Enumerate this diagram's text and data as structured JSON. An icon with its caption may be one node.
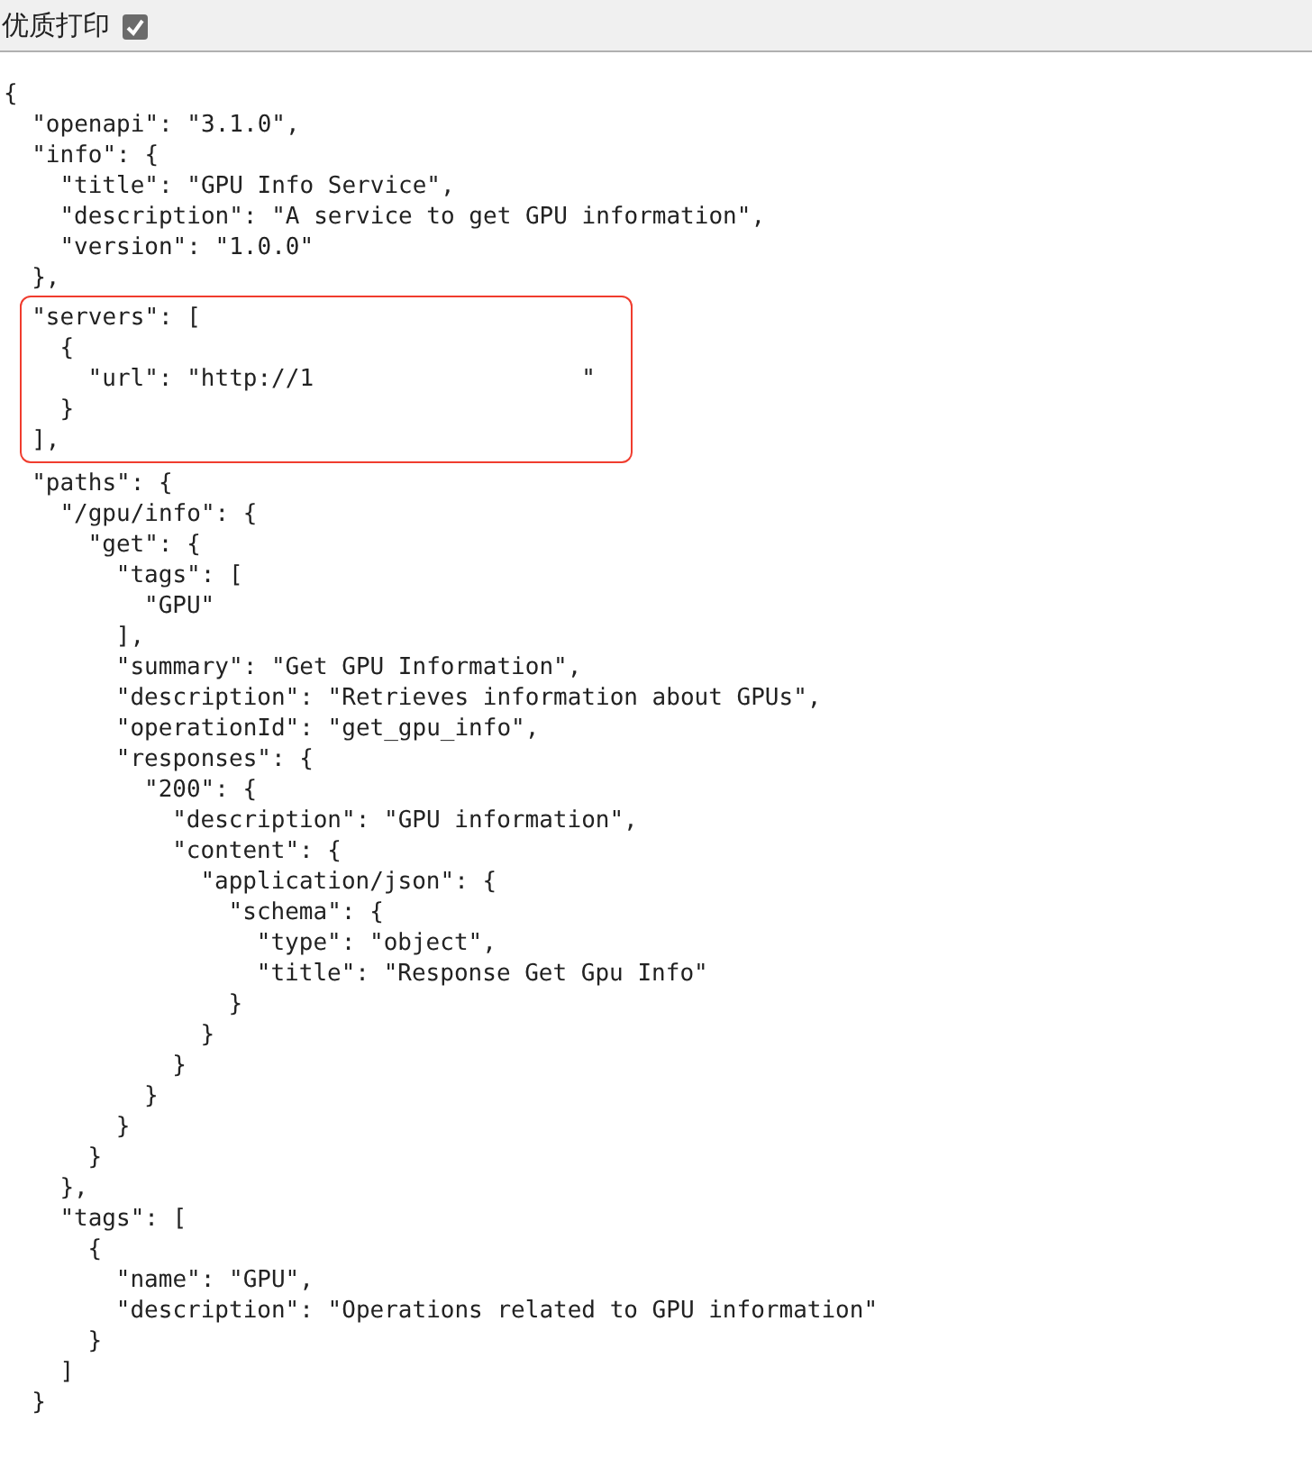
{
  "diagram": {
    "nodes": [
      {
        "text": [
          "\"servers\": [",
          "{",
          "\"url\": \"http://1",
          "\"",
          "}",
          "],"
        ]
      }
    ],
    "labels": [
      "优质打印",
      "{",
      "\"openapi\": \"3.1.0\",",
      "\"info\": {",
      "\"title\": \"GPU Info Service\",",
      "\"description\": \"A service to get GPU information\",",
      "\"version\": \"1.0.0\"",
      "},",
      "\"paths\": {",
      "\"/gpu/info\": {",
      "\"get\": {",
      "\"tags\": [",
      "\"GPU\"",
      "],",
      "\"summary\": \"Get GPU Information\",",
      "\"description\": \"Retrieves information about GPUs\",",
      "\"operationId\": \"get_gpu_info\",",
      "\"responses\": {",
      "\"200\": {",
      "\"description\": \"GPU information\",",
      "\"content\": {",
      "\"application/json\": {",
      "\"schema\": {",
      "\"type\": \"object\",",
      "\"title\": \"Response Get Gpu Info\"",
      "}",
      "}",
      "}",
      "}",
      "}",
      "}",
      "},",
      "\"tags\": [",
      "{",
      "\"name\": \"GPU\",",
      "\"description\": \"Operations related to GPU information\"",
      "}",
      "]",
      "}"
    ]
  }
}
